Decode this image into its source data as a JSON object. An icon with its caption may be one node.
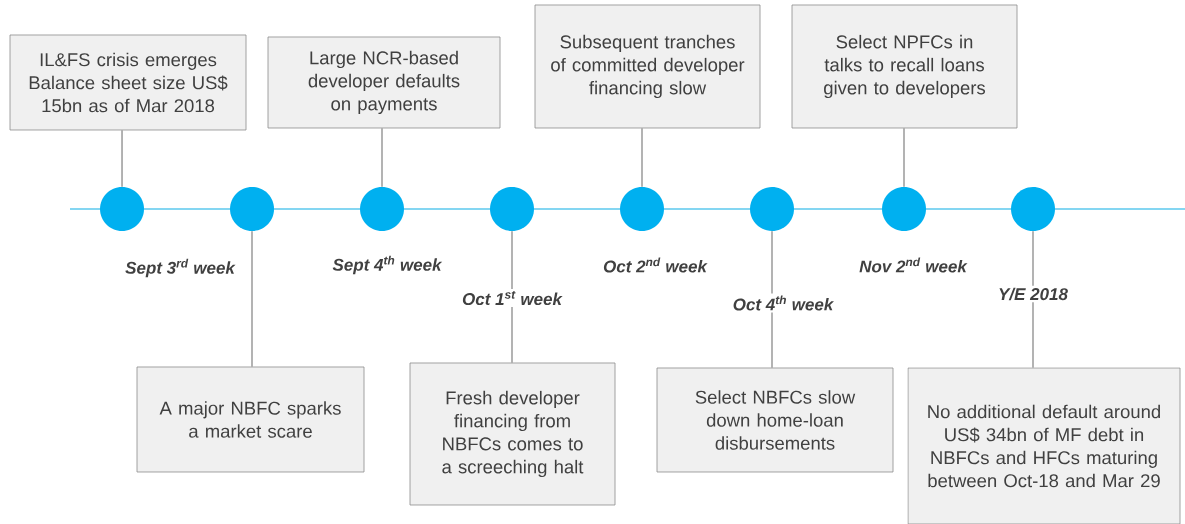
{
  "diagram": {
    "nodes": [
      {
        "text": [],
        "shape": "circle",
        "beside": [
          "Sept 3$^{rd}$ week"
        ]
      },
      {
        "text": [],
        "shape": "circle"
      },
      {
        "text": [],
        "shape": "circle",
        "beside": [
          "Sept 4$^{th}$ week"
        ]
      },
      {
        "text": [],
        "shape": "circle",
        "beside": [
          "Oct 1$^{st}$  week"
        ]
      },
      {
        "text": [],
        "shape": "circle",
        "beside": [
          "Oct 2$^{nd}$  week"
        ]
      },
      {
        "text": [],
        "shape": "circle",
        "beside": [
          "Oct 4$^{th}$ week"
        ]
      },
      {
        "text": [],
        "shape": "circle",
        "beside": [
          "Nov 2$^{nd}$  week"
        ]
      },
      {
        "text": [],
        "shape": "circle",
        "beside": [
          "Y/E 2018"
        ]
      },
      {
        "text": [
          "IL&FS crisis emerges Balance sheet size US$ 15bn as of Mar 2018"
        ]
      },
      {
        "text": [
          "A major NBFC sparks a market scare"
        ]
      },
      {
        "text": [
          "Large NCR-based developer defaults on payments"
        ]
      },
      {
        "text": [
          "Fresh developer financing from NBFCs comes to a screeching halt"
        ]
      },
      {
        "text": [
          "Subsequent tranches of committed developer financing slow"
        ]
      },
      {
        "text": [
          "Select NBFCs slow down home-loan disbursements"
        ]
      },
      {
        "text": [
          "Select NPFCs in talks to recall loans given to developers"
        ]
      },
      {
        "text": [
          "No additional default around US$ 34bn of MF debt in NBFCs and HFCs maturing between Oct-18 and Mar 29"
        ]
      }
    ],
    "edges": [
      {
        "from": 0,
        "to": 8,
        "arrow": "none"
      },
      {
        "from": 1,
        "to": 9,
        "arrow": "none"
      },
      {
        "from": 2,
        "to": 10,
        "arrow": "none"
      },
      {
        "from": 3,
        "to": 11,
        "arrow": "none"
      },
      {
        "from": 4,
        "to": 12,
        "arrow": "none"
      },
      {
        "from": 5,
        "to": 13,
        "arrow": "none"
      },
      {
        "from": 6,
        "to": 14,
        "arrow": "none"
      },
      {
        "from": 7,
        "to": 15,
        "arrow": "none"
      }
    ]
  }
}
